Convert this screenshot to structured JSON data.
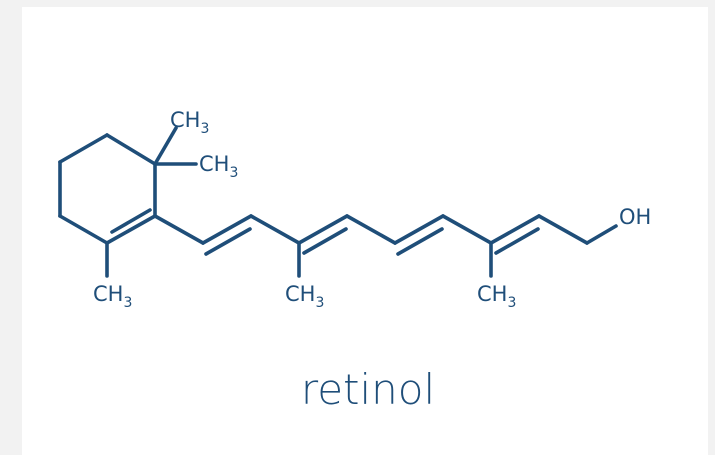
{
  "molecule": {
    "name": "retinol"
  },
  "labels": {
    "ch3_gem_top": {
      "main": "CH",
      "sub": "3"
    },
    "ch3_gem_right": {
      "main": "CH",
      "sub": "3"
    },
    "ch3_ring_bottom": {
      "main": "CH",
      "sub": "3"
    },
    "ch3_chain_1": {
      "main": "CH",
      "sub": "3"
    },
    "ch3_chain_2": {
      "main": "CH",
      "sub": "3"
    },
    "hydroxyl": {
      "main": "OH"
    }
  },
  "colors": {
    "ink": "#1f4e79",
    "background": "#ffffff",
    "border": "#f2f2f2"
  }
}
